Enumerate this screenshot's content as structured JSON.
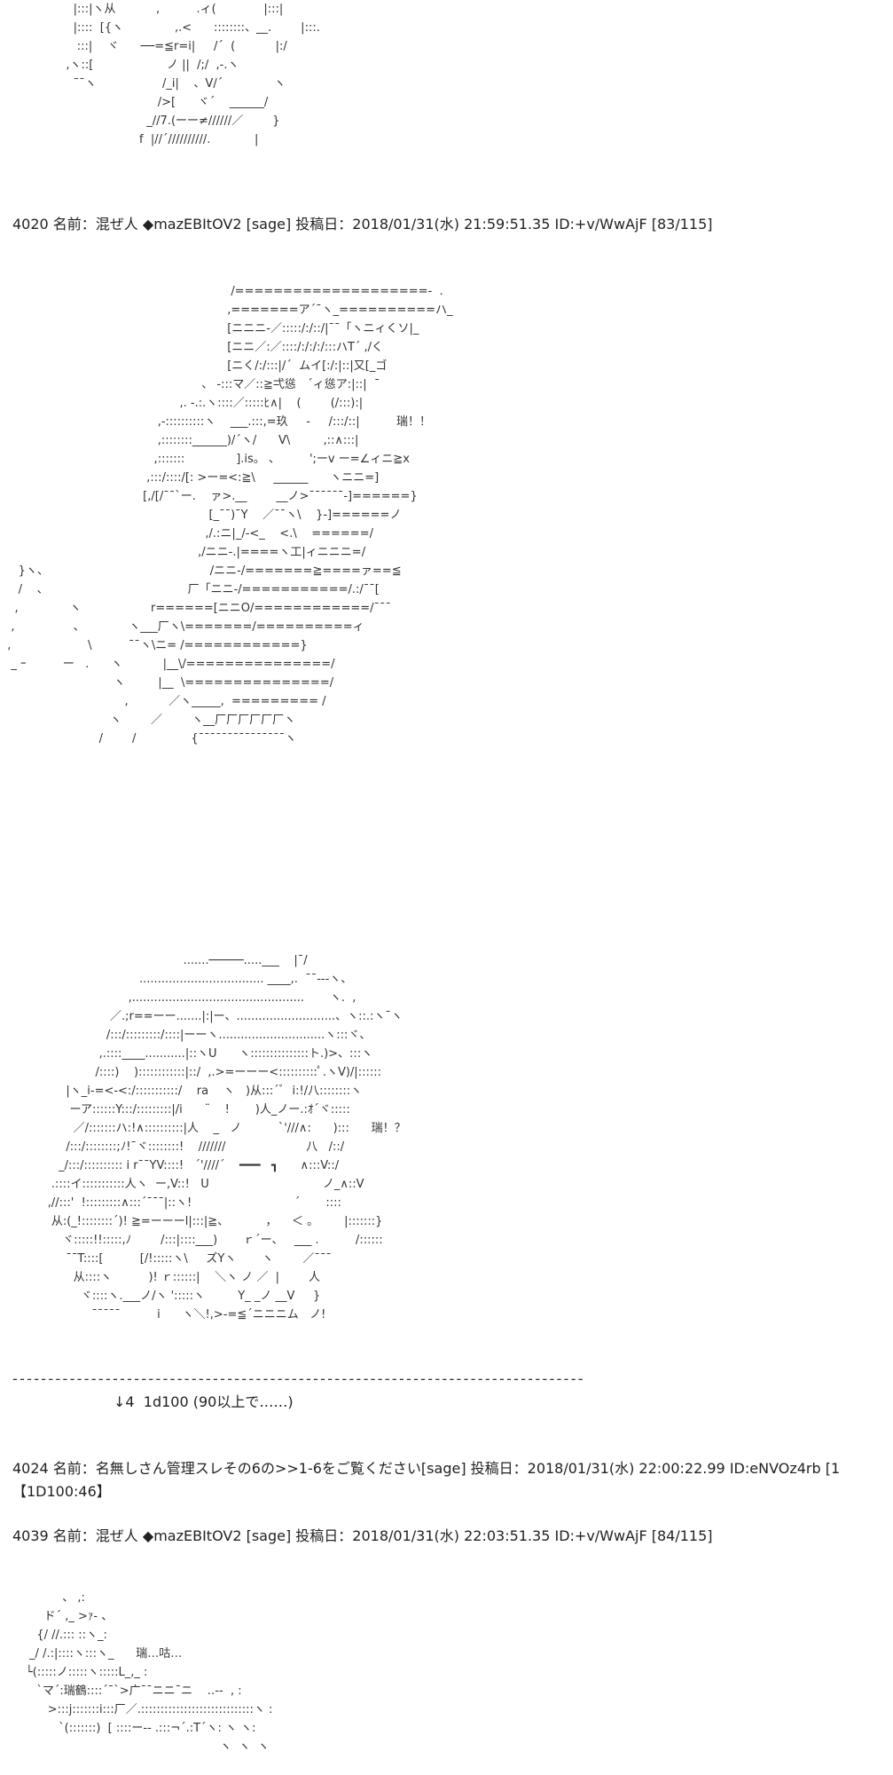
{
  "art_top": [
    "                    |:::|ヽ从           ,          .ィ(             |:::|",
    "                    |::::  [{ヽ              ,.<      ::::::::、__.        |:::.",
    "                     :::|    ヾ      ──=≦r=i|     /´  (           |:/",
    "                  ,ヽ::[                    ノ ||  /;/  ,-.ヽ",
    "                    ¯¯ヽ                  /_i|    、V/´              ヽ",
    "                                           />[      ヾ´    ______/",
    "                                        _//7.(ーー≠//////／        }",
    "                                      f  |//´//////////.            |"
  ],
  "posts": [
    {
      "header": "4020 名前：混ぜ人 ◆mazEBItOV2 [sage] 投稿日：2018/01/31(水) 21:59:51.35 ID:+v/WwAjF [83/115]"
    },
    {
      "header": "4024 名前：名無しさん管理スレその6の>>1-6をご覧ください[sage] 投稿日：2018/01/31(水) 22:00:22.99 ID:eNVOz4rb [1",
      "body": "【1D100:46】"
    },
    {
      "header": "4039 名前：混ぜ人 ◆mazEBItOV2 [sage] 投稿日：2018/01/31(水) 22:03:51.35 ID:+v/WwAjF [84/115]"
    }
  ],
  "art_second": [
    "                                                               /====================-  .",
    "                                                              ,=======ア´¯ヽ_==========ハ_",
    "                                                              [ニニニ-／:::::/:/::/|¯¯「ヽニィくソ|_",
    "                                                              [ニニ／:／::::/:/:/:/:::ハT´ ,/く",
    "                                                              [ニく/:/:::|/´  ムイ[:/:|::|又[_ゴ",
    "                                                       、 -:::マ／::≧弌慫   ´ィ慫ア:|::|  ¯",
    "                                                 ,. -.:.ヽ::::／:::::ﾋ∧|    (        (/:::):|",
    "                                           ,-::::::::::ヽ    ___.:::,=玖     -     /:::/::|          瑞！！",
    "                                           ,::::::::______)/´ヽ/      V\\         ,::∧:::|",
    "                                          ,:::::::              ].is。 、        ';ーv ー=∠ィニ≧x",
    "                                        ,:::/::::/[: >ー=<:≧\\     ______      ヽニニ=]",
    "                                       [,/[/¯¯`ー.    ァ>.__        __ノ>¯¯¯¯¯¯-]======}",
    "                                                         [_¯¯)¯Y    ／¯¯ヽ\\    }-]======ノ",
    "                                                        ,/.:ニ|_/-<_    <.\\    ======/",
    "                                                      ,/ニニ-.|====ヽ工|ィニニニ=/",
    "     }ヽ、                                            /ニニ-/=======≧====ァ==≦",
    "     /    、                                      厂「ニニ-/===========/.:/¯¯[",
    "    ,              ヽ                   r======[ニニO/============/¯¯¯",
    "   ,                、            ヽ___厂ヽ\\=======/==========ィ",
    "  ,                     \\          ¯¯ヽ\\ニ= /============}",
    "   _ ｰ          ー   .      ヽ           |__\\/===============/",
    "                               ヽ         |__  \\===============/",
    "                                  ,           ／ヽ_____,  ========= /",
    "                              ヽ        ／        ヽ__厂厂厂厂厂厂ヽ",
    "                           /        /               {¯¯¯¯¯¯¯¯¯¯¯¯¯¯¯ヽ"
  ],
  "art_third": [
    "                                                  .......─────.....___    |¯/",
    "                                      .................................. ____,.  ¯¯---ヽ、",
    "                                   ,...............................................       ヽ.  ,",
    "                              ／.;r==ーー.......|:|ー、...........................、ヽ::.:ヽ¯ヽ",
    "                             /:::/:::::::::/::::|ーーヽ.............................ヽ:::ヾ、",
    "                           ,.::::____...........|::ヽU      ヽ:::::::::::::::ト.)>、:::ヽ",
    "                          /::::)    )::::::::::::|::/  ,.>=ーーー<::::::::::ﾟ.ヽV)/|::::::",
    "                  |ヽ_i-=<-<:/:::::::::::/    ra    ヽ   )从:::´ﾞ  i:!/八::::::::ヽ",
    "                   ーア::::::Y:::/:::::::::|/i      ¨    !       )人_ノー.:ｵ´ヾ:::::",
    "                    ／/:::::::ハ:!∧::::::::::|人    _   ノ          `'///∧:      ):::      瑞！？",
    "                  /:::/::::::::;ﾉ!¯ヾ::::::::!    ///////                      八   /::/",
    "                _/:::/:::::::::: i r¯¯YV::::!   ´'////´    ━━━   ┓      ∧:::V::/",
    "              .::::イ:::::::::::人ヽ  ー,V::!   U                               ノ_∧::V",
    "             ,//:::'  !:::::::::∧:::´¯¯¯|::ヽ!                            ´       ::::",
    "              从:(_!::::::::´)! ≧=ーーーl|:::|≧、          ，    ＜ 。       |:::::::}",
    "                 ヾ:::::!!:::::,ﾉ        /:::|::::___)       ｒ´ー、   ___ .          /::::::",
    "                  ¯¯T::::[          [/!:::::ヽ\\     ズYヽ       ヽ        ／¯¯¯",
    "                    从::::ヽ          )! ｒ::::::|    ＼ヽ ノ ／  |        人",
    "                      ヾ::::ヽ.___ノ/ヽ ':::::ヽ         Y_ _ノ __V     }",
    "                         ¯¯¯¯¯          i      ヽ＼!,>-=≦´ニニニム   ノ!"
  ],
  "dashes": "--------------------------------------------------------------------------------",
  "roll_line": "↓4  1d100 (90以上で……)",
  "art_bottom": [
    "                 、 ,:",
    "            ド´ ,_ >ｧ- 、",
    "          {/ //.::: ::ヽ_:",
    "        _/ /.:|::::ヽ:::ヽ_      瑞…咕…",
    "       └(:::::ノ:::::ヽ:::::L_,_ :",
    "          `マ´:瑞鶴::::´¯`>广¯¯ニニ¯ニ    ‥-‐  , :",
    "             >:::j:::::::i:::厂／.:::::::::::::::::::::::::::::ヽ :",
    "                `(:::::::)  [ ::::ー‐‐ .:::¬´.:T´ヽ: ヽ ヽ:",
    "                                                            ヽ  ヽ  ヽ"
  ]
}
